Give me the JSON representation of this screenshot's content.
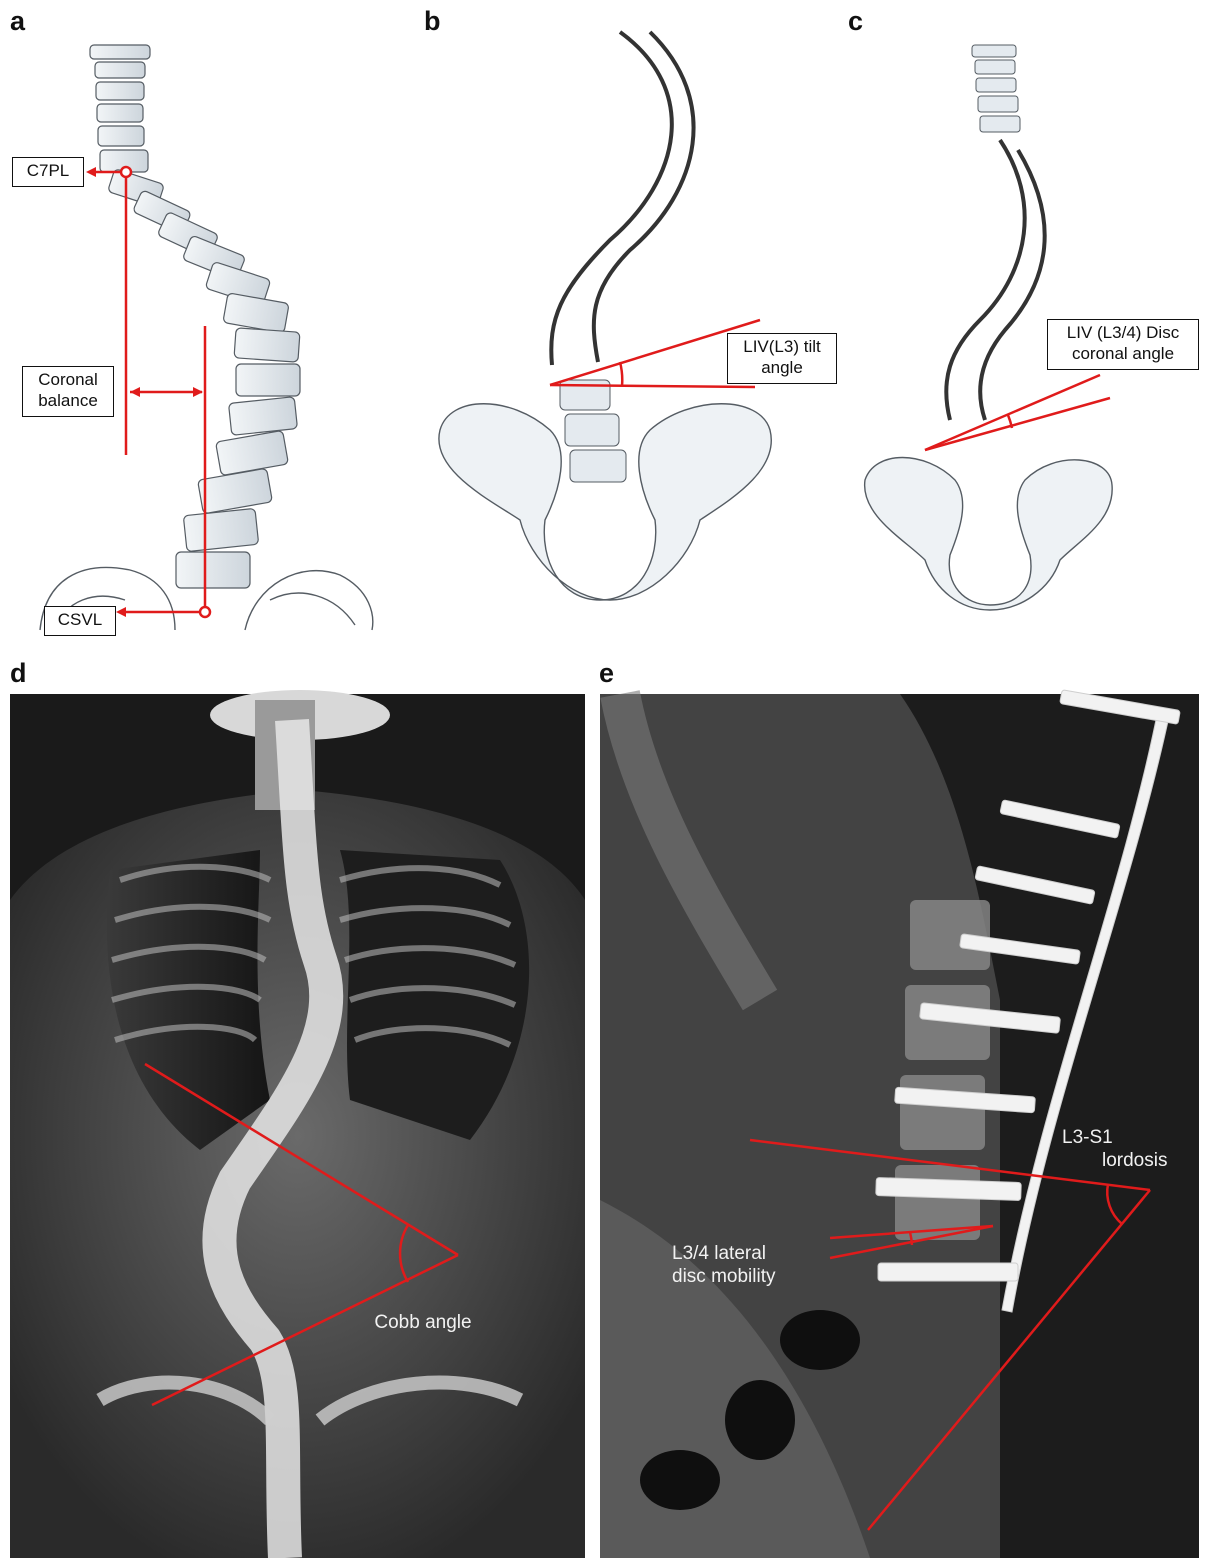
{
  "panels": {
    "a": {
      "letter": "a",
      "labels": {
        "c7pl": "C7PL",
        "coronal_line1": "Coronal",
        "coronal_line2": "balance",
        "csvl": "CSVL"
      }
    },
    "b": {
      "letter": "b",
      "labels": {
        "tilt_line1": "LIV(L3) tilt",
        "tilt_line2": "angle"
      }
    },
    "c": {
      "letter": "c",
      "labels": {
        "disc_line1": "LIV (L3/4) Disc",
        "disc_line2": "coronal angle"
      }
    },
    "d": {
      "letter": "d",
      "labels": {
        "cobb": "Cobb angle"
      }
    },
    "e": {
      "letter": "e",
      "labels": {
        "lordosis_line1": "L3-S1",
        "lordosis_line2": "lordosis",
        "mobility_line1": "L3/4 lateral",
        "mobility_line2": "disc mobility"
      }
    }
  },
  "colors": {
    "annotation": "#e01b1b",
    "bone_fill": "#e4eaef",
    "bone_stroke": "#555c63",
    "xray_bg": "#1a1a1a"
  }
}
